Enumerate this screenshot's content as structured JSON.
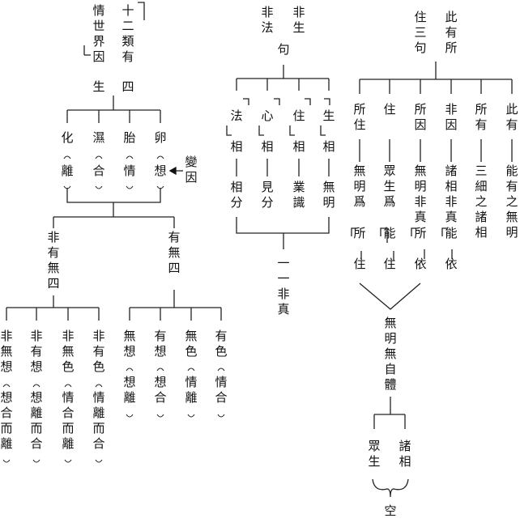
{
  "left": {
    "title": [
      "十二類有",
      "情世界因",
      "生四"
    ],
    "births": [
      "化",
      "濕",
      "胎",
      "卵"
    ],
    "births_cause": [
      "離",
      "合",
      "情",
      "想"
    ],
    "change_cause": "變因",
    "group_a": {
      "title": "非有無四",
      "items": [
        "非無想",
        "非有想",
        "非無色",
        "非有色"
      ],
      "causes": [
        "想合而離",
        "想離而合",
        "情合而離",
        "情離而合"
      ]
    },
    "group_b": {
      "title": "有無四",
      "items": [
        "無想",
        "有想",
        "無色",
        "有色"
      ],
      "causes": [
        "想離",
        "想合",
        "情離",
        "情合"
      ]
    }
  },
  "middle": {
    "title": [
      "非法",
      "非生",
      "句"
    ],
    "cols": [
      {
        "top": "法相",
        "bottom": "相分"
      },
      {
        "top": "心相",
        "bottom": "見分"
      },
      {
        "top": "住相",
        "bottom": "業識"
      },
      {
        "top": "生相",
        "bottom": "無明"
      }
    ],
    "conclusion": "一一非真"
  },
  "right": {
    "title": [
      "住三句",
      "此有所"
    ],
    "cols": [
      {
        "top": "所住",
        "bottom": "無明爲"
      },
      {
        "top": "住",
        "bottom": "眾生爲"
      },
      {
        "top": "所因",
        "bottom": "無明非真"
      },
      {
        "top": "非因",
        "bottom": "諸相非真"
      },
      {
        "top": "所有",
        "bottom": "三細之諸相"
      },
      {
        "top": "此有",
        "bottom": "能有之無明"
      }
    ],
    "pairs": [
      "所住",
      "能住",
      "所依",
      "能依"
    ],
    "merge": "無明無自體",
    "split": [
      "眾生",
      "諸相"
    ],
    "empty": "空"
  }
}
